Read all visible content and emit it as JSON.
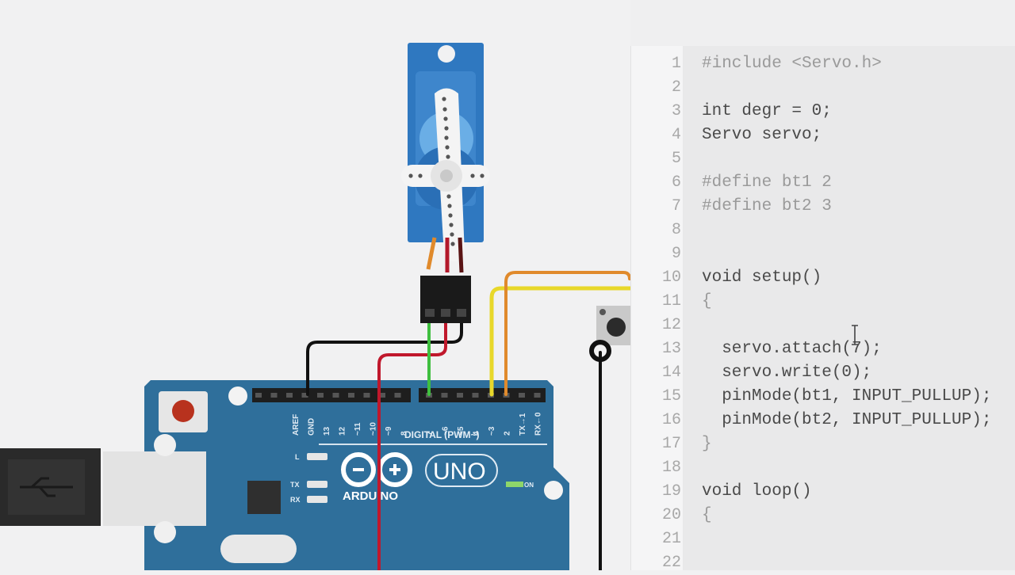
{
  "circuit": {
    "board_name": "UNO",
    "board_brand": "ARDUINO",
    "header_label": "DIGITAL (PWM~)",
    "digital_pins_left": [
      "AREF",
      "GND",
      "13",
      "12",
      "~11",
      "~10",
      "~9",
      "8"
    ],
    "digital_pins_right": [
      "7",
      "~6",
      "~5",
      "4",
      "~3",
      "2",
      "TX→1",
      "RX←0"
    ],
    "led_labels": [
      "L",
      "TX",
      "RX"
    ],
    "power_led_label": "ON",
    "components": [
      "usb-cable",
      "arduino-uno",
      "micro-servo",
      "pushbutton"
    ],
    "wire_colors": {
      "signal_servo": "#3fbf3f",
      "power": "#c0182c",
      "ground": "#111111",
      "button1": "#e8d82a",
      "button2": "#e08a2c"
    }
  },
  "editor": {
    "lines": [
      {
        "n": "1",
        "text": "#include <Servo.h>",
        "dim": true
      },
      {
        "n": "2",
        "text": "",
        "dim": false
      },
      {
        "n": "3",
        "text": "int degr = 0;",
        "dim": false
      },
      {
        "n": "4",
        "text": "Servo servo;",
        "dim": false
      },
      {
        "n": "5",
        "text": "",
        "dim": false
      },
      {
        "n": "6",
        "text": "#define bt1 2",
        "dim": true
      },
      {
        "n": "7",
        "text": "#define bt2 3",
        "dim": true
      },
      {
        "n": "8",
        "text": "",
        "dim": false
      },
      {
        "n": "9",
        "text": "",
        "dim": false
      },
      {
        "n": "10",
        "text": "void setup()",
        "dim": false
      },
      {
        "n": "11",
        "text": "{",
        "dim": true
      },
      {
        "n": "12",
        "text": "",
        "dim": false
      },
      {
        "n": "13",
        "text": "  servo.attach(7);",
        "dim": false
      },
      {
        "n": "14",
        "text": "  servo.write(0);",
        "dim": false
      },
      {
        "n": "15",
        "text": "  pinMode(bt1, INPUT_PULLUP);",
        "dim": false
      },
      {
        "n": "16",
        "text": "  pinMode(bt2, INPUT_PULLUP);",
        "dim": false
      },
      {
        "n": "17",
        "text": "}",
        "dim": true
      },
      {
        "n": "18",
        "text": "",
        "dim": false
      },
      {
        "n": "19",
        "text": "void loop()",
        "dim": false
      },
      {
        "n": "20",
        "text": "{",
        "dim": true
      },
      {
        "n": "21",
        "text": "",
        "dim": false
      },
      {
        "n": "22",
        "text": "",
        "dim": false
      }
    ]
  }
}
